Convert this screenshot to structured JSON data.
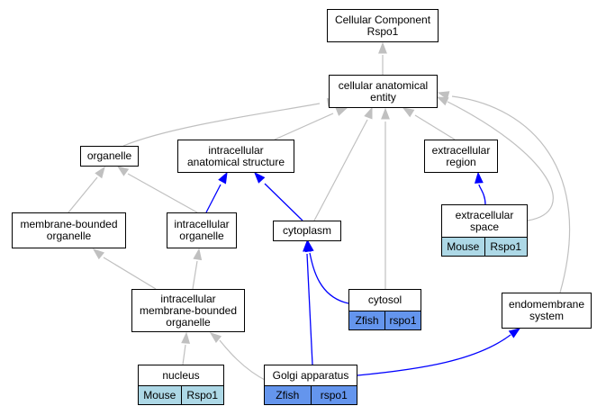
{
  "colors": {
    "gray_edge": "#c0c0c0",
    "blue_edge": "#0000ff",
    "mouse_cell": "#add8e6",
    "zfish_cell": "#6495ed"
  },
  "nodes": {
    "root": {
      "label": "Cellular Component\nRspo1"
    },
    "cae": {
      "label": "cellular anatomical\nentity"
    },
    "organelle": {
      "label": "organelle"
    },
    "ias": {
      "label": "intracellular\nanatomical structure"
    },
    "ecr": {
      "label": "extracellular\nregion"
    },
    "mbo": {
      "label": "membrane-bounded\norganelle"
    },
    "io": {
      "label": "intracellular\norganelle"
    },
    "cytoplasm": {
      "label": "cytoplasm"
    },
    "ecs": {
      "label": "extracellular\nspace",
      "species": "Mouse",
      "gene": "Rspo1",
      "color": "#add8e6"
    },
    "imbo": {
      "label": "intracellular\nmembrane-bounded\norganelle"
    },
    "cytosol": {
      "label": "cytosol",
      "species": "Zfish",
      "gene": "rspo1",
      "color": "#6495ed"
    },
    "ems": {
      "label": "endomembrane\nsystem"
    },
    "nucleus": {
      "label": "nucleus",
      "species": "Mouse",
      "gene": "Rspo1",
      "color": "#add8e6"
    },
    "golgi": {
      "label": "Golgi apparatus",
      "species": "Zfish",
      "gene": "rspo1",
      "color": "#6495ed"
    }
  },
  "edges": [
    {
      "from": "cae",
      "to": "root",
      "kind": "gray"
    },
    {
      "from": "organelle",
      "to": "cae",
      "kind": "gray"
    },
    {
      "from": "ias",
      "to": "cae",
      "kind": "gray"
    },
    {
      "from": "ecr",
      "to": "cae",
      "kind": "gray"
    },
    {
      "from": "cytoplasm",
      "to": "cae",
      "kind": "gray"
    },
    {
      "from": "cytosol",
      "to": "cae",
      "kind": "gray"
    },
    {
      "from": "ecs",
      "to": "cae",
      "kind": "gray"
    },
    {
      "from": "ems",
      "to": "cae",
      "kind": "gray"
    },
    {
      "from": "mbo",
      "to": "organelle",
      "kind": "gray"
    },
    {
      "from": "io",
      "to": "organelle",
      "kind": "gray"
    },
    {
      "from": "io",
      "to": "ias",
      "kind": "blue"
    },
    {
      "from": "cytoplasm",
      "to": "ias",
      "kind": "blue"
    },
    {
      "from": "ecs",
      "to": "ecr",
      "kind": "blue"
    },
    {
      "from": "imbo",
      "to": "mbo",
      "kind": "gray"
    },
    {
      "from": "imbo",
      "to": "io",
      "kind": "gray"
    },
    {
      "from": "cytosol",
      "to": "cytoplasm",
      "kind": "blue"
    },
    {
      "from": "golgi",
      "to": "cytoplasm",
      "kind": "blue"
    },
    {
      "from": "nucleus",
      "to": "imbo",
      "kind": "gray"
    },
    {
      "from": "golgi",
      "to": "imbo",
      "kind": "gray"
    },
    {
      "from": "golgi",
      "to": "ems",
      "kind": "blue"
    }
  ]
}
